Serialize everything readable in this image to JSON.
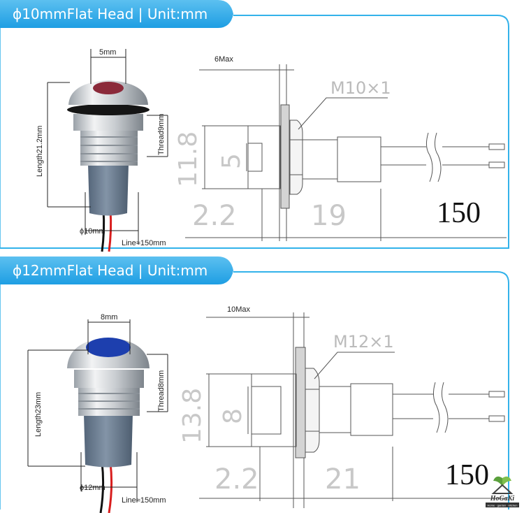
{
  "colors": {
    "accent": "#1e9ee3",
    "accent_light": "#6fc6ee",
    "frame_line": "#33b2ea",
    "drawing_line": "#555555",
    "dimension_text_light": "#c8c8c8",
    "dimension_text_dark": "#222222",
    "led_red": "#8b2a3a",
    "led_blue": "#1d3fae",
    "body_grey": "#6c7e93",
    "chrome": "#d9dcdf"
  },
  "panels": [
    {
      "title": "ϕ10mmFlat Head | Unit:mm",
      "photo": {
        "top_width": "5mm",
        "length": "Length21.2mm",
        "thread": "Thread9mm",
        "diameter": "ϕ10mm",
        "line": "Line≈150mm",
        "led_color": "red"
      },
      "drawing": {
        "max": "6Max",
        "thread_spec": "M10×1",
        "height_outer": "11.8",
        "height_inner": "5",
        "width_a": "2.2",
        "width_b": "19",
        "cable_length": "150"
      }
    },
    {
      "title": "ϕ12mmFlat Head | Unit:mm",
      "photo": {
        "top_width": "8mm",
        "length": "Length23mm",
        "thread": "Thread8mm",
        "diameter": "ϕ12mm",
        "line": "Line≈150mm",
        "led_color": "blue"
      },
      "drawing": {
        "max": "10Max",
        "thread_spec": "M12×1",
        "height_outer": "13.8",
        "height_inner": "8",
        "width_a": "2.2",
        "width_b": "21",
        "cable_length": "150"
      }
    }
  ],
  "logo": {
    "brand": "HoGaKi",
    "tagline": "Home · garden · kitchen"
  }
}
